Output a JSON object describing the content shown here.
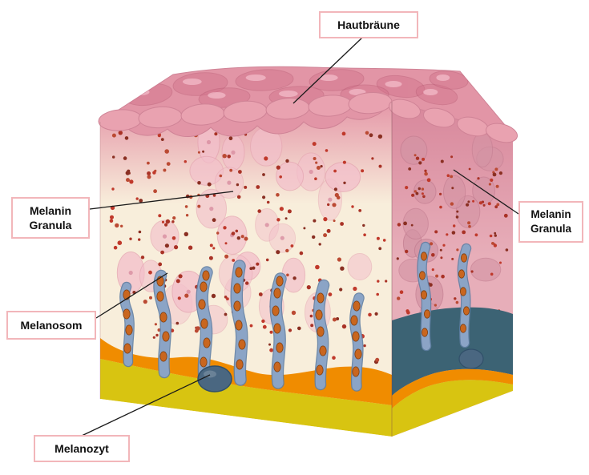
{
  "labels": {
    "hautbraeune": {
      "text": "Hautbräune"
    },
    "melanin_granula_left": {
      "line1": "Melanin",
      "line2": "Granula"
    },
    "melanin_granula_right": {
      "line1": "Melanin",
      "line2": "Granula"
    },
    "melanosom": {
      "text": "Melanosom"
    },
    "melanozyt": {
      "text": "Melanozyt"
    }
  },
  "style": {
    "label_border": "#f2b6ba",
    "label_background": "#ffffff",
    "label_text_color": "#111111",
    "leader_line_color": "#1a1a1a"
  },
  "illustration": {
    "colors": {
      "top_pink": "#e295a6",
      "top_cell": "#d1718a",
      "top_cell_edge": "#b95b74",
      "scallop": "#e9a2b0",
      "scallop_edge": "#cf8396",
      "epidermis_cream": "#f8eedb",
      "cell_pink": "#f3c0cb",
      "cell_pink_edge": "#e5a5b2",
      "cell_nucleus": "#d88da0",
      "dendrite_blue": "#8ba4c6",
      "dendrite_edge": "#5f7ea3",
      "melanosome_orange": "#c9661f",
      "melanosome_edge": "#7e3f12",
      "melanocyte_body": "#4a6781",
      "melanocyte_edge": "#31506a",
      "basal_orange": "#f08c00",
      "dermis_yellow": "#d8c411",
      "right_face_pink": "#e7aeb9",
      "right_cell_pink": "#d494a4",
      "right_cell_edge": "#c27d90",
      "right_dark_teal": "#3c6374"
    },
    "granule_palette": [
      "#a93226",
      "#c0392b",
      "#8a2f22",
      "#bb4a33"
    ]
  }
}
